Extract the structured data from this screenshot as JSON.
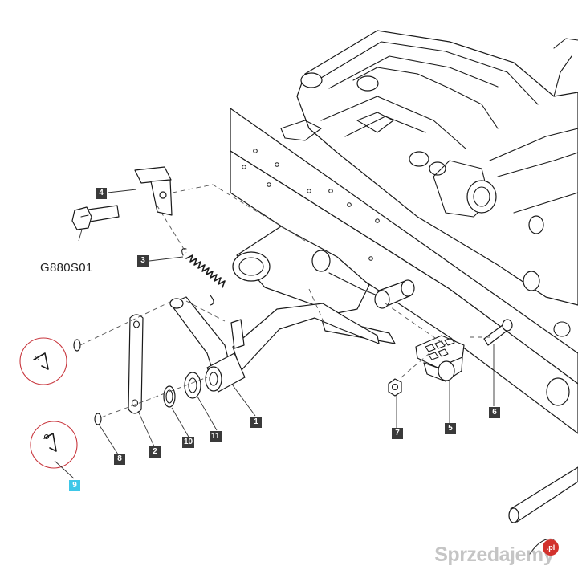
{
  "diagram": {
    "callouts": [
      {
        "id": "1",
        "label": "1",
        "highlight": false
      },
      {
        "id": "2",
        "label": "2",
        "highlight": false
      },
      {
        "id": "3",
        "label": "3",
        "highlight": false
      },
      {
        "id": "4",
        "label": "4",
        "highlight": false
      },
      {
        "id": "5",
        "label": "5",
        "highlight": false
      },
      {
        "id": "6",
        "label": "6",
        "highlight": false
      },
      {
        "id": "7",
        "label": "7",
        "highlight": false
      },
      {
        "id": "8",
        "label": "8",
        "highlight": false
      },
      {
        "id": "9",
        "label": "9",
        "highlight": true
      },
      {
        "id": "10",
        "label": "10",
        "highlight": false
      },
      {
        "id": "11",
        "label": "11",
        "highlight": false
      }
    ],
    "part_code_label": "G880S01",
    "colors": {
      "callout_bg": "#3a3a3a",
      "callout_highlight_bg": "#3ec7e8",
      "highlight_circle": "#c8363d",
      "line": "#1a1a1a"
    }
  },
  "watermark": {
    "text": "Sprzedajemy",
    "badge_text": ".pl"
  }
}
